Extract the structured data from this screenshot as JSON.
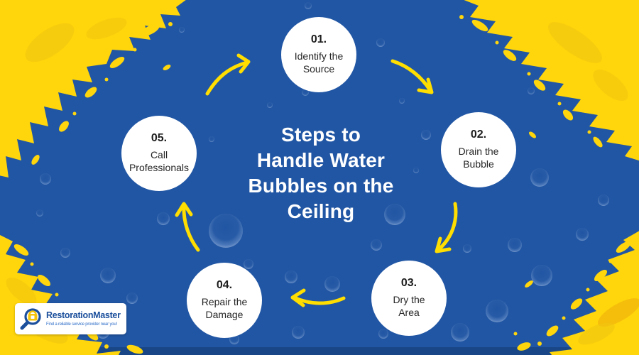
{
  "title": {
    "full": "Steps to Handle Water Bubbles on the Ceiling",
    "lines": [
      "Steps to",
      "Handle Water",
      "Bubbles on the",
      "Ceiling"
    ]
  },
  "steps": [
    {
      "number": "01.",
      "label": "Identify the Source",
      "label_lines": [
        "Identify the",
        "Source"
      ]
    },
    {
      "number": "02.",
      "label": "Drain the Bubble",
      "label_lines": [
        "Drain the",
        "Bubble"
      ]
    },
    {
      "number": "03.",
      "label": "Dry the Area",
      "label_lines": [
        "Dry the",
        "Area"
      ]
    },
    {
      "number": "04.",
      "label": "Repair the Damage",
      "label_lines": [
        "Repair the",
        "Damage"
      ]
    },
    {
      "number": "05.",
      "label": "Call Professionals",
      "label_lines": [
        "Call",
        "Professionals"
      ]
    }
  ],
  "logo": {
    "brand": "RestorationMaster",
    "tagline": "Find a reliable service provider near you!",
    "icon": "magnifier-lock-icon"
  },
  "colors": {
    "background_blue": "#2156A4",
    "brush_yellow": "#FFD60B",
    "brush_gold": "#F0C411",
    "arrow_yellow": "#FFDE00",
    "circle_white": "#FFFFFF",
    "step_text": "#1C1C1C",
    "title_text": "#FFFFFF",
    "logo_blue": "#1B4F9C",
    "tagline_blue": "#2F6EC9",
    "bottom_bar_navy": "#17427E"
  }
}
